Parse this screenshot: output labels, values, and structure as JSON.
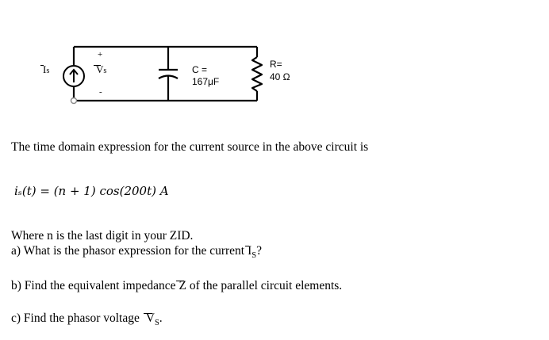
{
  "circuit": {
    "current_source_label": "I",
    "current_source_sub": "s",
    "voltage_label": "V",
    "voltage_sub": "s",
    "plus_sign": "+",
    "minus_sign": "-",
    "capacitor_label": "C =",
    "capacitor_value": "167μF",
    "resistor_label": "R=",
    "resistor_value": "40 Ω"
  },
  "text": {
    "intro": "The time domain expression for the current source in the above circuit is",
    "equation": "iₛ(t) = (n + 1) cos(200t) A",
    "where_line": "Where n is the last digit in your ZID.",
    "question_a_prefix": "a) What is the phasor expression for the current",
    "question_a_symbol": "I",
    "question_a_sub": "S",
    "question_a_suffix": "?",
    "question_b_prefix": "b) Find the equivalent impedance",
    "question_b_symbol": "Z",
    "question_b_suffix": " of the parallel circuit elements.",
    "question_c_prefix": "c) Find the phasor voltage ",
    "question_c_symbol": "V",
    "question_c_sub": "S",
    "question_c_suffix": "."
  }
}
